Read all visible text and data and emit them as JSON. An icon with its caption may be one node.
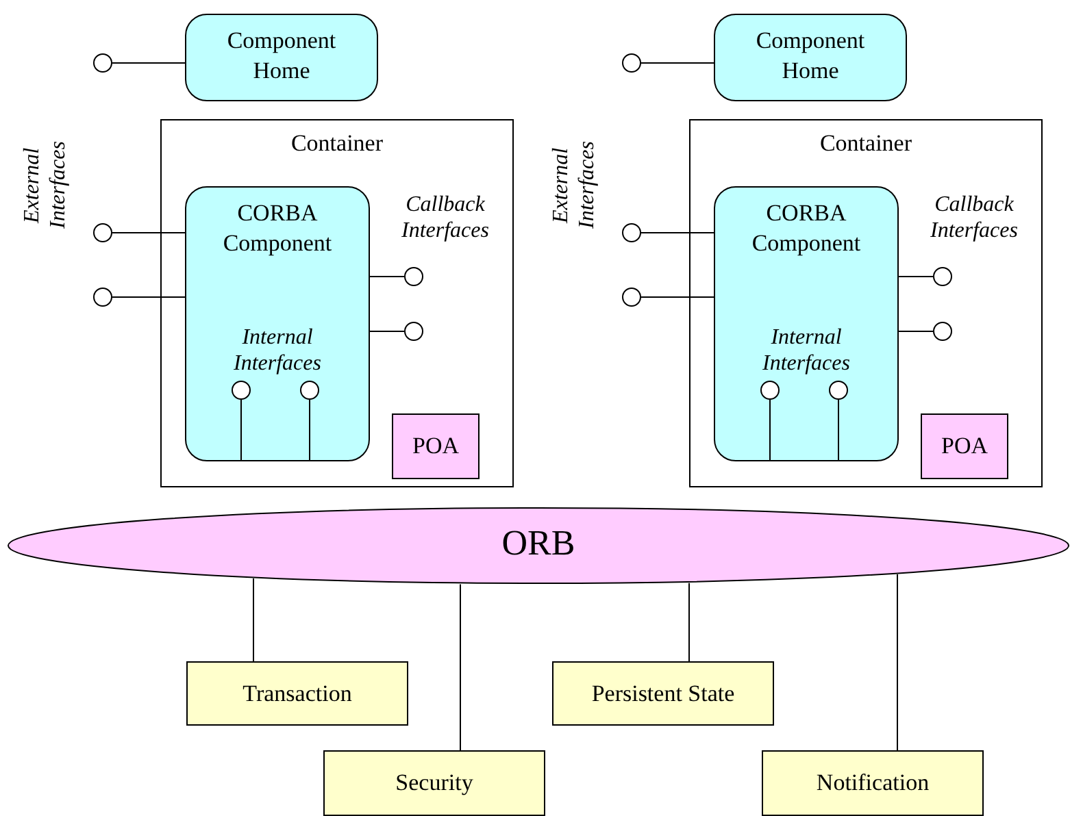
{
  "diagram": {
    "nodes": [
      {
        "text": [
          "Component Home"
        ]
      },
      {
        "text": [],
        "shape": "circle"
      },
      {
        "text": [
          "Container"
        ]
      },
      {
        "text": [
          "CORBA Component",
          "Internal Interfaces"
        ],
        "in": 2
      },
      {
        "text": [
          "POA"
        ],
        "in": 2
      },
      {
        "text": [],
        "shape": "circle"
      },
      {
        "text": [],
        "shape": "circle"
      },
      {
        "text": [],
        "shape": "circle",
        "in": 2
      },
      {
        "text": [],
        "shape": "circle",
        "in": 2
      },
      {
        "text": [],
        "shape": "circle",
        "in": 3
      },
      {
        "text": [],
        "shape": "circle",
        "in": 3
      },
      {
        "text": [
          "Component Home"
        ]
      },
      {
        "text": [],
        "shape": "circle"
      },
      {
        "text": [
          "Container"
        ]
      },
      {
        "text": [
          "CORBA Component",
          "Internal Interfaces"
        ],
        "in": 13
      },
      {
        "text": [
          "POA"
        ],
        "in": 13
      },
      {
        "text": [],
        "shape": "circle"
      },
      {
        "text": [],
        "shape": "circle"
      },
      {
        "text": [],
        "shape": "circle",
        "in": 13
      },
      {
        "text": [],
        "shape": "circle",
        "in": 13
      },
      {
        "text": [],
        "shape": "circle",
        "in": 14
      },
      {
        "text": [],
        "shape": "circle",
        "in": 14
      },
      {
        "text": [
          "ORB"
        ]
      },
      {
        "text": [
          "Transaction"
        ]
      },
      {
        "text": [
          "Persistent State"
        ]
      },
      {
        "text": [
          "Security"
        ]
      },
      {
        "text": [
          "Notification"
        ]
      }
    ],
    "edges": [
      {
        "from": 1,
        "to": 0,
        "arrow": "none"
      },
      {
        "from": 5,
        "to": 3,
        "arrow": "none"
      },
      {
        "from": 6,
        "to": 3,
        "arrow": "none"
      },
      {
        "from": 7,
        "to": 3,
        "arrow": "none"
      },
      {
        "from": 8,
        "to": 3,
        "arrow": "none"
      },
      {
        "from": 9,
        "to": 3,
        "arrow": "none"
      },
      {
        "from": 10,
        "to": 3,
        "arrow": "none"
      },
      {
        "from": 12,
        "to": 11,
        "arrow": "none"
      },
      {
        "from": 16,
        "to": 14,
        "arrow": "none"
      },
      {
        "from": 17,
        "to": 14,
        "arrow": "none"
      },
      {
        "from": 18,
        "to": 14,
        "arrow": "none"
      },
      {
        "from": 19,
        "to": 14,
        "arrow": "none"
      },
      {
        "from": 20,
        "to": 14,
        "arrow": "none"
      },
      {
        "from": 21,
        "to": 14,
        "arrow": "none"
      },
      {
        "from": 22,
        "to": 23,
        "arrow": "none"
      },
      {
        "from": 22,
        "to": 24,
        "arrow": "none"
      },
      {
        "from": 22,
        "to": 25,
        "arrow": "none"
      },
      {
        "from": 22,
        "to": 26,
        "arrow": "none"
      }
    ],
    "labels": [
      "External Interfaces",
      "Callback Interfaces",
      "External Interfaces",
      "Callback Interfaces"
    ]
  }
}
